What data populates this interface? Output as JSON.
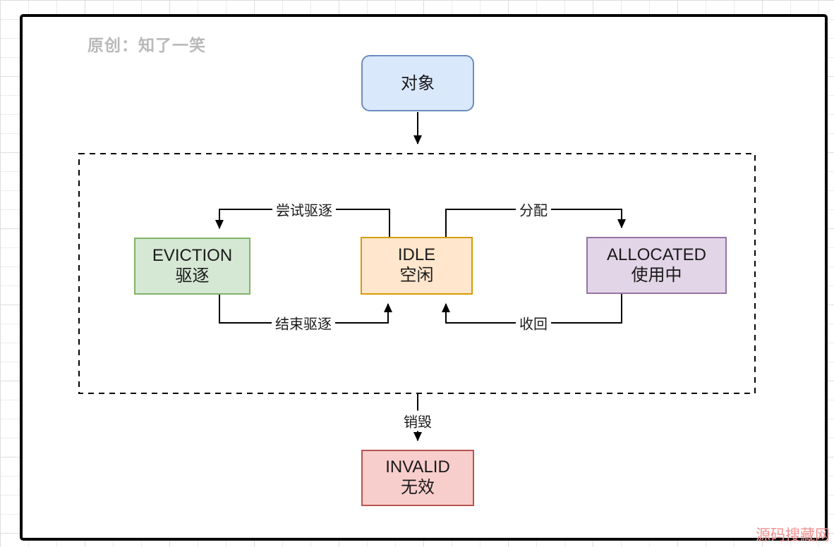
{
  "watermarks": {
    "author": "原创：知了一笑",
    "site": "源码搜藏网"
  },
  "nodes": {
    "object": {
      "label_en": "对象",
      "label_zh": "",
      "fill": "#dae8fc",
      "stroke": "#6c8ebf"
    },
    "eviction": {
      "label_en": "EVICTION",
      "label_zh": "驱逐",
      "fill": "#d5e8d4",
      "stroke": "#82b366"
    },
    "idle": {
      "label_en": "IDLE",
      "label_zh": "空闲",
      "fill": "#ffe6cc",
      "stroke": "#d79b00"
    },
    "allocated": {
      "label_en": "ALLOCATED",
      "label_zh": "使用中",
      "fill": "#e1d5e7",
      "stroke": "#9673a6"
    },
    "invalid": {
      "label_en": "INVALID",
      "label_zh": "无效",
      "fill": "#f8cecc",
      "stroke": "#b85450"
    }
  },
  "edges": {
    "try_evict": "尝试驱逐",
    "end_evict": "结束驱逐",
    "allocate": "分配",
    "reclaim": "收回",
    "destroy": "销毁"
  },
  "colors": {
    "line": "#000000",
    "pool_boundary": "#000000",
    "text": "#1a1a1a",
    "author_watermark": "#b9b9b9",
    "site_watermark": "#f19191"
  }
}
